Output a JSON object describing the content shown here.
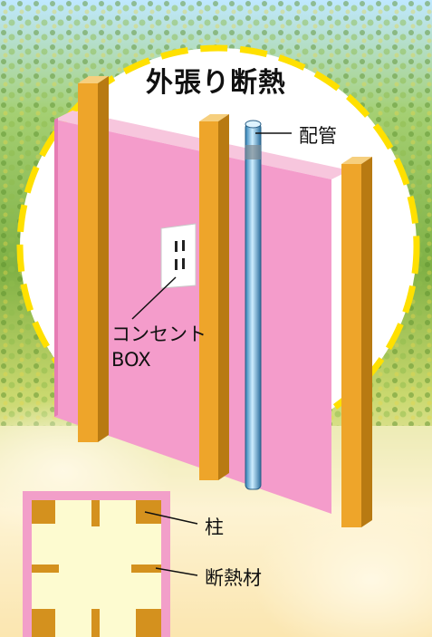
{
  "title": "外張り断熱",
  "labels": {
    "pipe": "配管",
    "outlet_line1": "コンセント",
    "outlet_line2": "BOX",
    "post": "柱",
    "insulation": "断熱材"
  },
  "colors": {
    "insulation_board": "#f49ccb",
    "insulation_edge": "#f7c6dd",
    "post_face": "#eea52a",
    "post_side": "#b87a12",
    "post_top": "#f6cf7e",
    "pipe": "#5aa9d6",
    "dashed_circle": "#ffe000",
    "cross_section_fill": "#fdfbd0",
    "cross_section_border": "#f29fc9",
    "sky": "#b9e6ff",
    "foliage": "#6fa63a"
  }
}
